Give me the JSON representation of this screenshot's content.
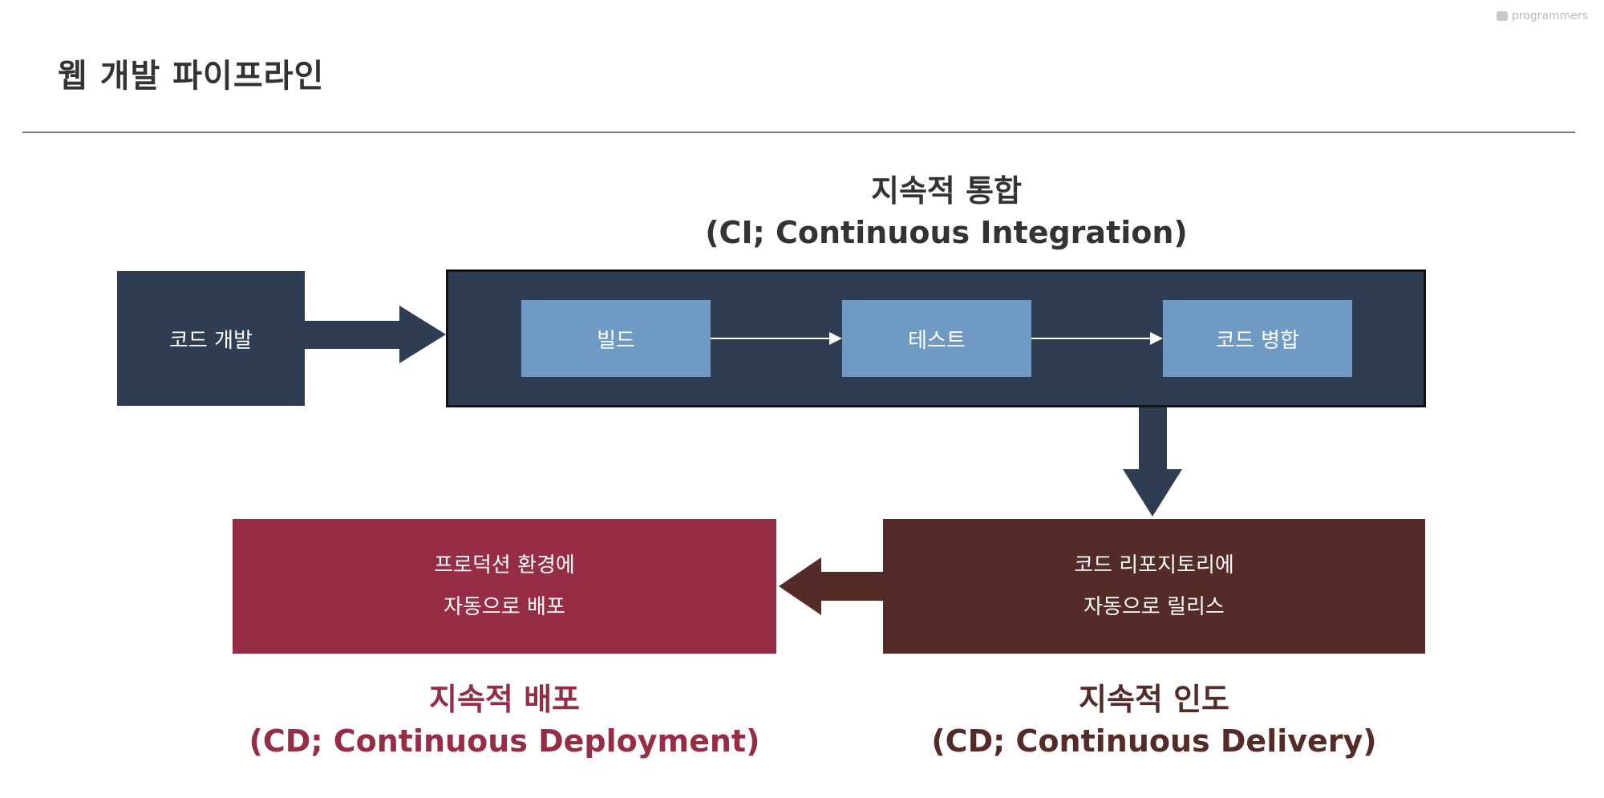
{
  "header": {
    "title": "웹 개발 파이프라인",
    "watermark": "programmers"
  },
  "colors": {
    "navy": "#2e3d51",
    "steel_blue": "#6f9ac4",
    "wine": "#962d45",
    "brown": "#542b27",
    "heading_dark": "#333333"
  },
  "ci": {
    "title": "지속적 통합",
    "subtitle": "(CI; Continuous Integration)",
    "steps": [
      "빌드",
      "테스트",
      "코드 병합"
    ]
  },
  "code_dev": {
    "label": "코드 개발"
  },
  "delivery": {
    "box_lines": [
      "코드 리포지토리에",
      "자동으로 릴리스"
    ],
    "title": "지속적 인도",
    "subtitle": "(CD; Continuous Delivery)"
  },
  "deployment": {
    "box_lines": [
      "프로덕션 환경에",
      "자동으로 배포"
    ],
    "title": "지속적 배포",
    "subtitle": "(CD; Continuous Deployment)"
  }
}
